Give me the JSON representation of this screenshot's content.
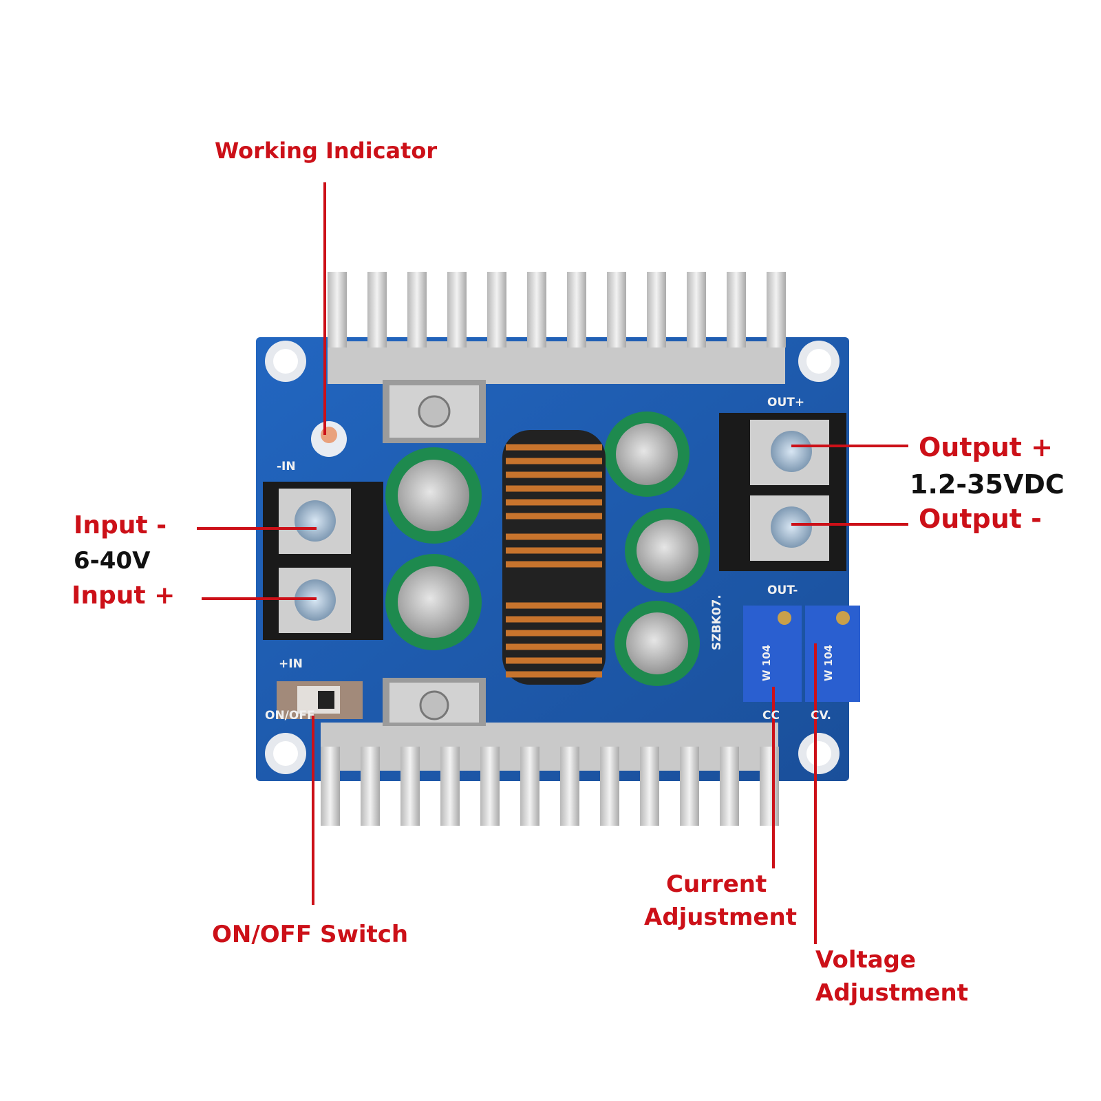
{
  "colors": {
    "callout": "#cc1018",
    "pcb": "#1d5fb3",
    "heatsink": "#d9d9d9",
    "capacitor": "#1e8a4e",
    "copper": "#c8742d",
    "terminal": "#1a1a1a",
    "trimpot": "#2a5fd0"
  },
  "icons": {
    "board": "pcb-board-icon",
    "heatsink": "heatsink-icon",
    "capacitor": "capacitor-icon",
    "inductor": "toroid-inductor-icon",
    "terminal": "screw-terminal-icon",
    "pot": "trimpot-icon",
    "switch": "slide-switch-icon",
    "led": "led-icon"
  },
  "labels": {
    "working_indicator": "Working Indicator",
    "input_minus": "Input -",
    "input_range": "6-40V",
    "input_plus": "Input +",
    "output_plus": "Output +",
    "output_range": "1.2-35VDC",
    "output_minus": "Output -",
    "current_line1": "Current",
    "current_line2": "Adjustment",
    "voltage_line1": "Voltage",
    "voltage_line2": "Adjustment",
    "onoff_switch": "ON/OFF Switch"
  },
  "pcb": {
    "in_minus": "-IN",
    "in_plus": "+IN",
    "onoff": "ON/OFF",
    "out_plus": "OUT+",
    "out_minus": "OUT-",
    "cc": "CC",
    "cv": "CV.",
    "model": "SZBK07.",
    "pot_code": "W 104"
  }
}
